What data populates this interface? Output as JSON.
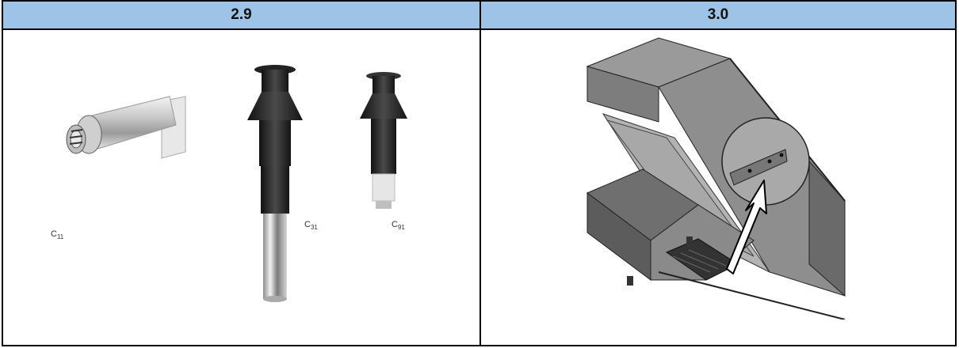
{
  "table": {
    "headers": [
      "2.9",
      "3.0"
    ]
  },
  "left_cell": {
    "products": [
      {
        "base": "C",
        "sub": "11"
      },
      {
        "base": "C",
        "sub": "31"
      },
      {
        "base": "C",
        "sub": "91"
      }
    ]
  },
  "colors": {
    "header_bg": "#9dc3e6",
    "border": "#000000"
  }
}
